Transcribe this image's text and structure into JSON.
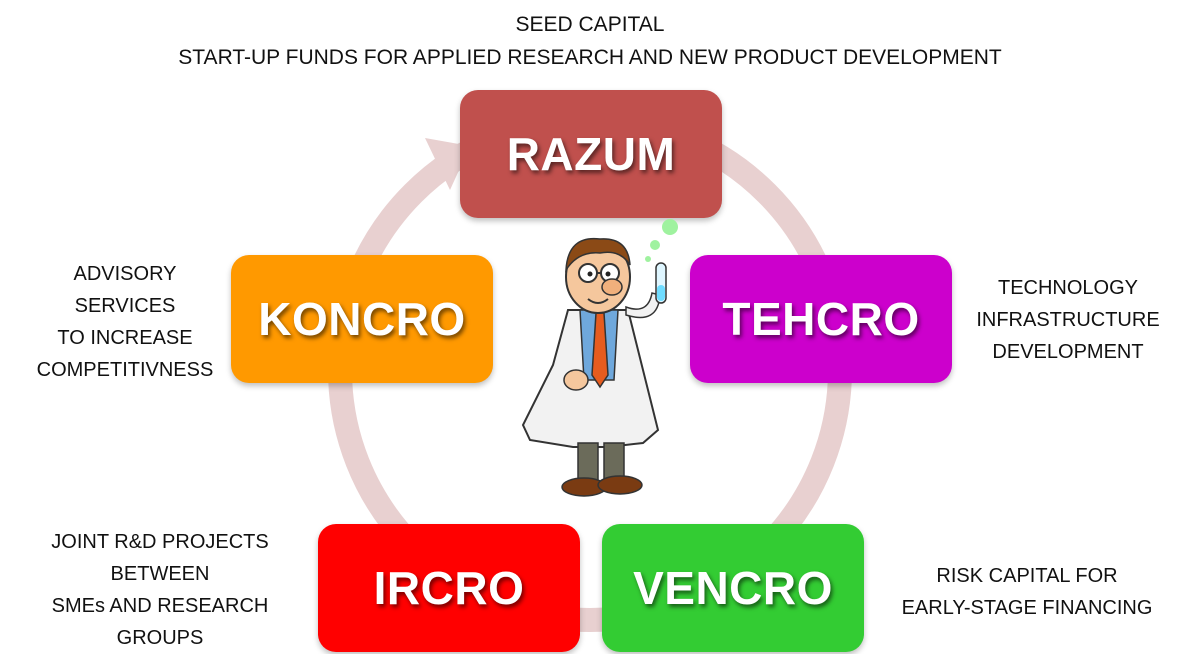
{
  "header": {
    "line1": "SEED CAPITAL",
    "line2": "START-UP FUNDS FOR APPLIED RESEARCH AND NEW PRODUCT DEVELOPMENT"
  },
  "programs": {
    "razum": {
      "label": "RAZUM",
      "color": "#c0504d"
    },
    "tehcro": {
      "label": "TEHCRO",
      "color": "#cc00cc"
    },
    "vencro": {
      "label": "VENCRO",
      "color": "#33cc33"
    },
    "ircro": {
      "label": "IRCRO",
      "color": "#ff0000"
    },
    "koncro": {
      "label": "KONCRO",
      "color": "#ff9900"
    }
  },
  "descriptions": {
    "koncro": [
      "ADVISORY",
      "SERVICES",
      "TO INCREASE",
      "COMPETITIVNESS"
    ],
    "tehcro": [
      "TECHNOLOGY",
      "INFRASTRUCTURE",
      "DEVELOPMENT"
    ],
    "ircro": [
      "JOINT R&D PROJECTS",
      "BETWEEN",
      "SMEs AND RESEARCH",
      "GROUPS"
    ],
    "vencro": [
      "RISK CAPITAL FOR",
      "EARLY-STAGE FINANCING"
    ]
  },
  "ring_color": "#e8d0d0",
  "illustration": "scientist-holding-test-tube"
}
